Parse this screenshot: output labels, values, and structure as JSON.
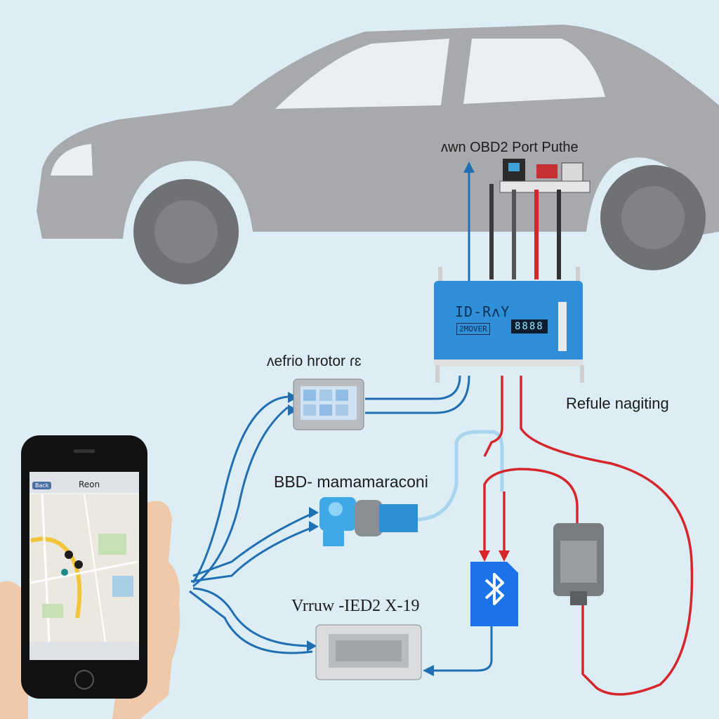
{
  "labels": {
    "obd2_port": "ʌwn OBD2 Port Puthe",
    "frio": "ʌefrio hrotor ɾɛ",
    "refule": "Refule nagiting",
    "bbd": "BBD- mamamaraconi",
    "vrruw": "Vrruw -IED2 X-19"
  },
  "hub": {
    "brand": "ID-RʌY",
    "model": "2MOVER",
    "display": "8888"
  },
  "phone": {
    "title": "Reon",
    "back_label": "Back"
  },
  "colors": {
    "background": "#dcedf6",
    "car_body": "#a6a8ab",
    "hub_blue": "#2f8fd8",
    "wire_blue": "#1f6fb2",
    "wire_red": "#d6262b",
    "bluetooth_blue": "#1a73e8"
  },
  "icons": [
    "bluetooth-icon",
    "map-marker-icon",
    "home-button-icon"
  ]
}
